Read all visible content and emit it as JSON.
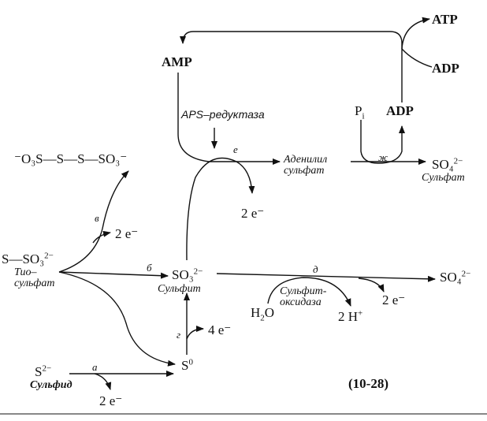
{
  "species": {
    "trithionate": [
      "⁻O₃S—S—S—SO₃⁻"
    ],
    "thiosulfate": {
      "formula": "S—SO₃",
      "charge": "2−",
      "name_line1": "Тио–",
      "name_line2": "сульфат"
    },
    "sulfite": {
      "formula": "SO₃",
      "charge": "2−",
      "name": "Сульфит"
    },
    "sulfate_right": {
      "formula": "SO₄",
      "charge": "2−"
    },
    "sulfate_top": {
      "formula": "SO₄",
      "charge": "2−",
      "name": "Сульфат"
    },
    "sulfur": {
      "formula": "S",
      "charge": "0"
    },
    "sulfide": {
      "formula": "S",
      "charge": "2−",
      "name": "Сульфид"
    },
    "aps": {
      "line1": "Аденилил",
      "line2": "сульфат"
    },
    "amp": "AMP",
    "atp": "ATP",
    "adp_top": "ADP",
    "adp_right": "ADP",
    "pi": {
      "base": "P",
      "sub": "i"
    },
    "water": {
      "base": "H",
      "sub": "2",
      "tail": "O"
    },
    "protons": {
      "text": "2 H",
      "charge": "+"
    }
  },
  "electrons": {
    "e2_trithionate": "2 e⁻",
    "e2_aps": "2 e⁻",
    "e4_sulfur": "4 e⁻",
    "e2_sulfide": "2 e⁻",
    "e2_oxidase": "2 e⁻"
  },
  "enzymes": {
    "aps_reductase": "APS–редуктаза",
    "sulfite_oxidase_line1": "Сульфит-",
    "sulfite_oxidase_line2": "оксидаза"
  },
  "steps": {
    "a": "а",
    "b": "б",
    "v": "в",
    "g": "г",
    "d": "д",
    "e": "е",
    "zh": "ж"
  },
  "figure_number": "(10-28)",
  "ink_color": "#111111"
}
